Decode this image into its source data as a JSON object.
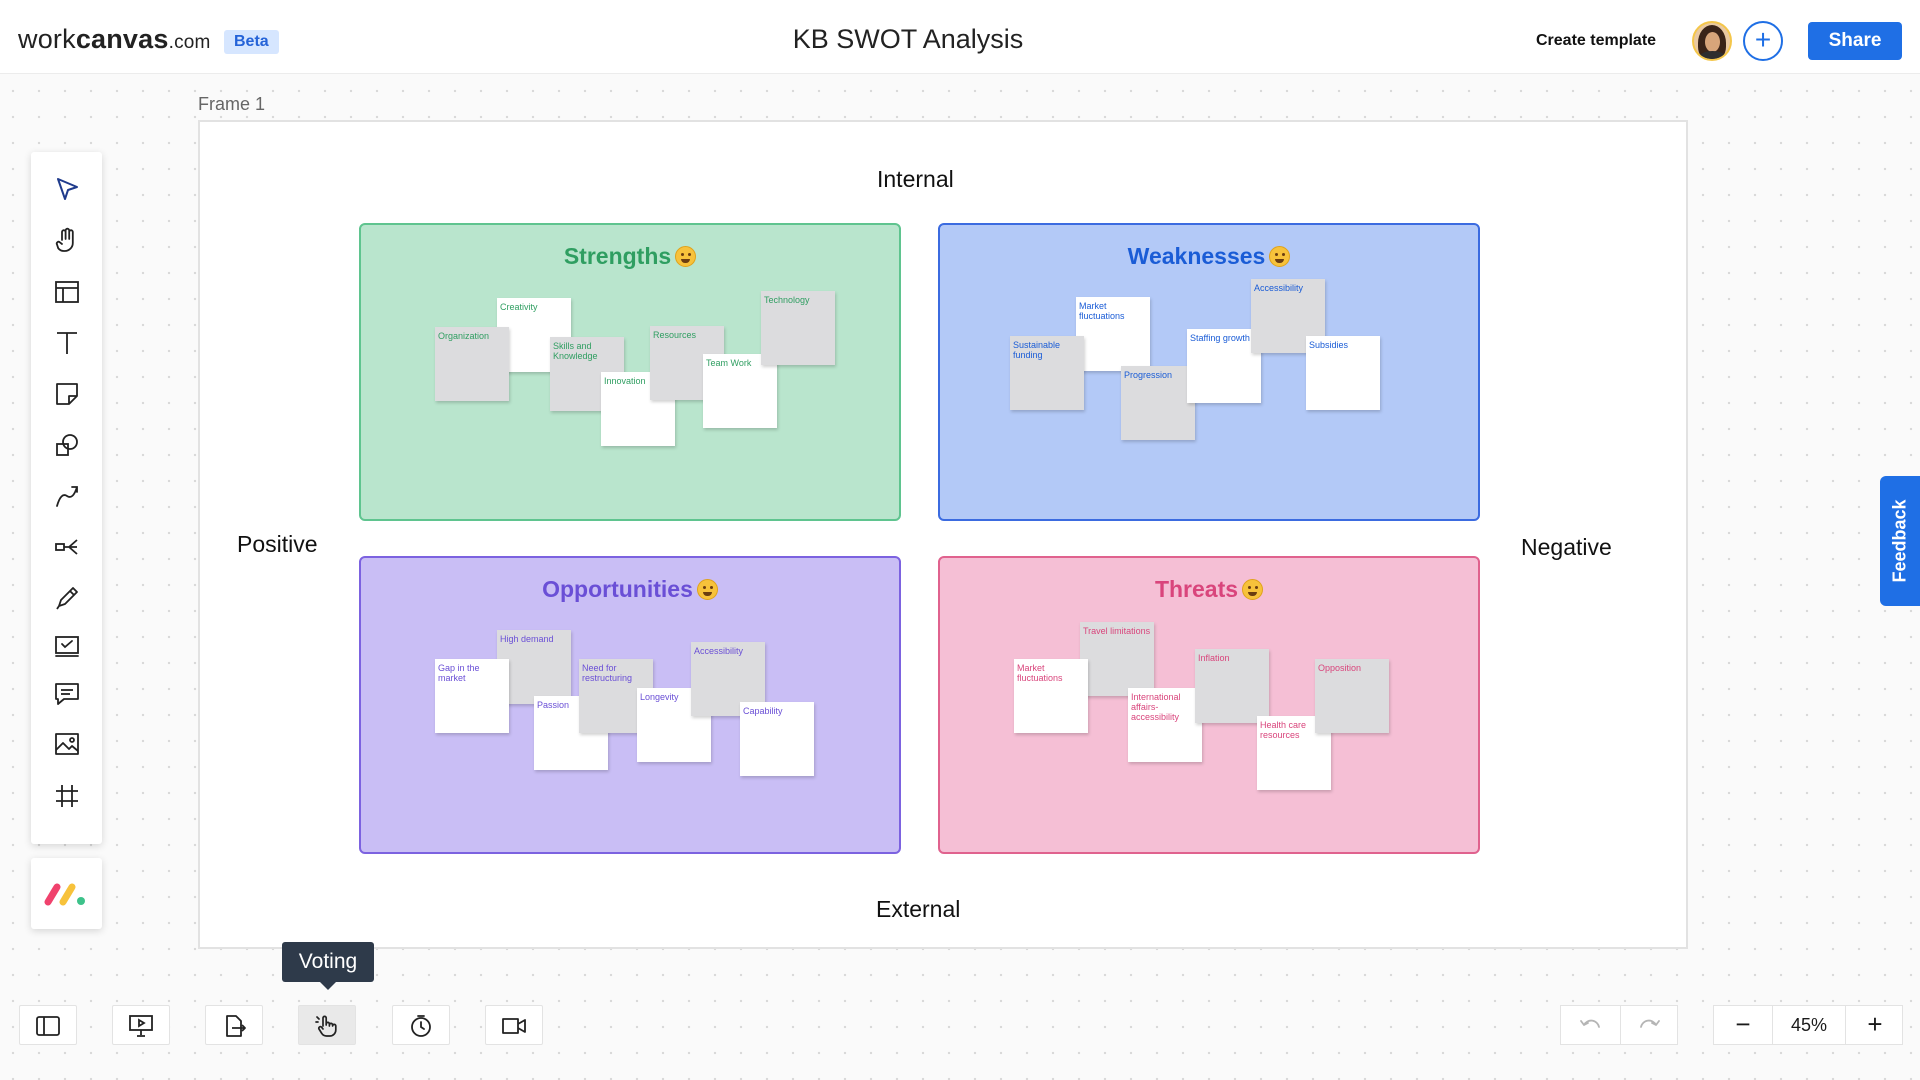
{
  "header": {
    "logo_prefix": "work",
    "logo_bold": "canvas",
    "logo_domain": ".com",
    "badge": "Beta",
    "title": "KB SWOT Analysis",
    "create_template": "Create template",
    "share": "Share"
  },
  "frame": {
    "label": "Frame 1",
    "axis_top": "Internal",
    "axis_bottom": "External",
    "axis_left": "Positive",
    "axis_right": "Negative"
  },
  "quadrants": {
    "strengths": {
      "title": "Strengths",
      "notes": [
        "Creativity",
        "Organization",
        "Skills and Knowledge",
        "Innovation",
        "Resources",
        "Team Work",
        "Technology"
      ]
    },
    "weaknesses": {
      "title": "Weaknesses",
      "notes": [
        "Market fluctuations",
        "Sustainable funding",
        "Progression",
        "Staffing growth",
        "Accessibility",
        "Subsidies"
      ]
    },
    "opportunities": {
      "title": "Opportunities",
      "notes": [
        "High demand",
        "Gap in the market",
        "Passion",
        "Need for restructuring",
        "Longevity",
        "Accessibility",
        "Capability"
      ]
    },
    "threats": {
      "title": "Threats",
      "notes": [
        "Travel limitations",
        "Market fluctuations",
        "International affairs-accessibility",
        "Inflation",
        "Health care resources",
        "Opposition"
      ]
    }
  },
  "toolbar": {
    "tools": [
      "select-icon",
      "hand-icon",
      "template-icon",
      "text-icon",
      "sticky-note-icon",
      "shapes-icon",
      "connector-icon",
      "mindmap-icon",
      "pen-icon",
      "task-icon",
      "comment-icon",
      "image-icon",
      "frame-icon"
    ]
  },
  "bottom": {
    "tooltip": "Voting",
    "zoom": "45%",
    "zoom_out": "−",
    "zoom_in": "+"
  },
  "feedback": "Feedback",
  "colors": {
    "accent": "#1f6fe5",
    "strengths": "#b9e5cd",
    "weaknesses": "#b3c9f7",
    "opportunities": "#c9bef5",
    "threats": "#f5bfd5"
  }
}
